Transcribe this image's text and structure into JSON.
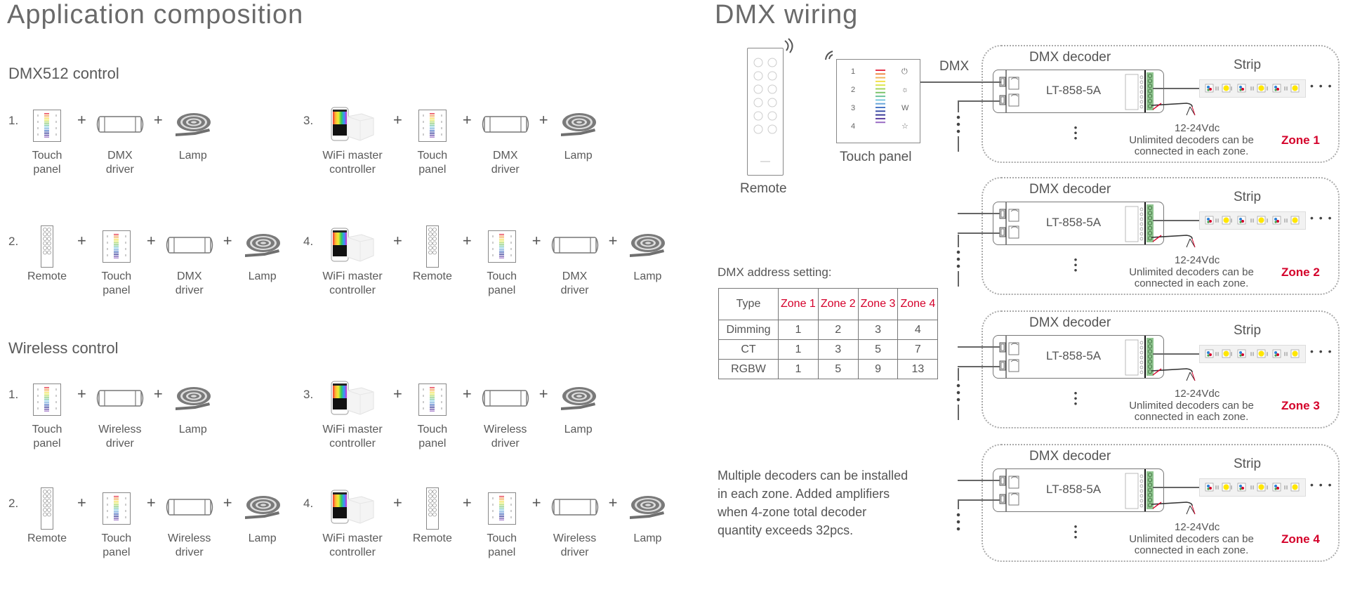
{
  "left_page": {
    "title": "Application composition",
    "sections": [
      {
        "heading": "DMX512 control",
        "rows": [
          {
            "number": "1.",
            "items": [
              "Touch panel",
              "DMX driver",
              "Lamp"
            ]
          },
          {
            "number": "2.",
            "items": [
              "Remote",
              "Touch panel",
              "DMX driver",
              "Lamp"
            ]
          },
          {
            "number": "3.",
            "items": [
              "WiFi master controller",
              "Touch panel",
              "DMX driver",
              "Lamp"
            ]
          },
          {
            "number": "4.",
            "items": [
              "WiFi master controller",
              "Remote",
              "Touch panel",
              "DMX driver",
              "Lamp"
            ]
          }
        ]
      },
      {
        "heading": "Wireless control",
        "rows": [
          {
            "number": "1.",
            "items": [
              "Touch panel",
              "Wireless driver",
              "Lamp"
            ]
          },
          {
            "number": "2.",
            "items": [
              "Remote",
              "Touch panel",
              "Wireless driver",
              "Lamp"
            ]
          },
          {
            "number": "3.",
            "items": [
              "WiFi master controller",
              "Touch panel",
              "Wireless driver",
              "Lamp"
            ]
          },
          {
            "number": "4.",
            "items": [
              "WiFi master controller",
              "Remote",
              "Touch panel",
              "Wireless driver",
              "Lamp"
            ]
          }
        ]
      }
    ],
    "plus": "+"
  },
  "right_page": {
    "title": "DMX wiring",
    "remote_label": "Remote",
    "touch_panel_label": "Touch panel",
    "dmx_label": "DMX",
    "address_heading": "DMX address setting:",
    "address_table": {
      "headers": [
        "Type",
        "Zone 1",
        "Zone 2",
        "Zone 3",
        "Zone 4"
      ],
      "rows": [
        [
          "Dimming",
          "1",
          "2",
          "3",
          "4"
        ],
        [
          "CT",
          "1",
          "3",
          "5",
          "7"
        ],
        [
          "RGBW",
          "1",
          "5",
          "9",
          "13"
        ]
      ]
    },
    "note": "Multiple decoders can be installed in each zone. Added amplifiers when 4-zone total decoder quantity exceeds 32pcs.",
    "zones": [
      {
        "name": "Zone 1",
        "decoder_title": "DMX decoder",
        "model": "LT-858-5A",
        "strip_label": "Strip",
        "power": "12-24Vdc",
        "unlimited_line1": "Unlimited decoders can be",
        "unlimited_line2": "connected in each zone."
      },
      {
        "name": "Zone 2",
        "decoder_title": "DMX decoder",
        "model": "LT-858-5A",
        "strip_label": "Strip",
        "power": "12-24Vdc",
        "unlimited_line1": "Unlimited decoders can be",
        "unlimited_line2": "connected in each zone."
      },
      {
        "name": "Zone 3",
        "decoder_title": "DMX decoder",
        "model": "LT-858-5A",
        "strip_label": "Strip",
        "power": "12-24Vdc",
        "unlimited_line1": "Unlimited decoders can be",
        "unlimited_line2": "connected in each zone."
      },
      {
        "name": "Zone 4",
        "decoder_title": "DMX decoder",
        "model": "LT-858-5A",
        "strip_label": "Strip",
        "power": "12-24Vdc",
        "unlimited_line1": "Unlimited decoders can be",
        "unlimited_line2": "connected in each zone."
      }
    ],
    "touch_panel_keys": [
      "1",
      "2",
      "3",
      "4"
    ],
    "ellipsis": "• • •"
  },
  "colors": {
    "accent_red": "#d4002a",
    "terminal_green": "#8fc48f",
    "text_gray": "#5a5a5a"
  }
}
